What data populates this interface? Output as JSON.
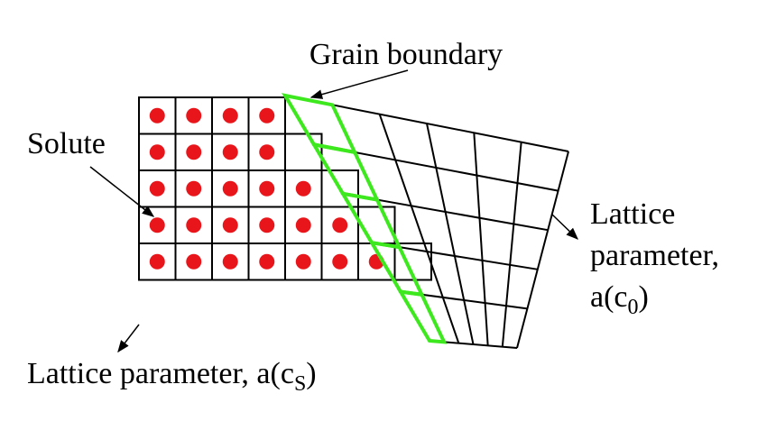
{
  "labels": {
    "grain_boundary": "Grain boundary",
    "solute": "Solute",
    "right_line1": "Lattice",
    "right_line2": "parameter,",
    "right_line3_prefix": "a(c",
    "right_line3_sub": "0",
    "right_line3_suffix": ")",
    "bottom_prefix": "Lattice parameter, a(c",
    "bottom_sub": "S",
    "bottom_suffix": ")"
  },
  "colors": {
    "solute_dot": "#e8161b",
    "boundary": "#3ee81e",
    "grid": "#000000",
    "background": "#ffffff"
  }
}
